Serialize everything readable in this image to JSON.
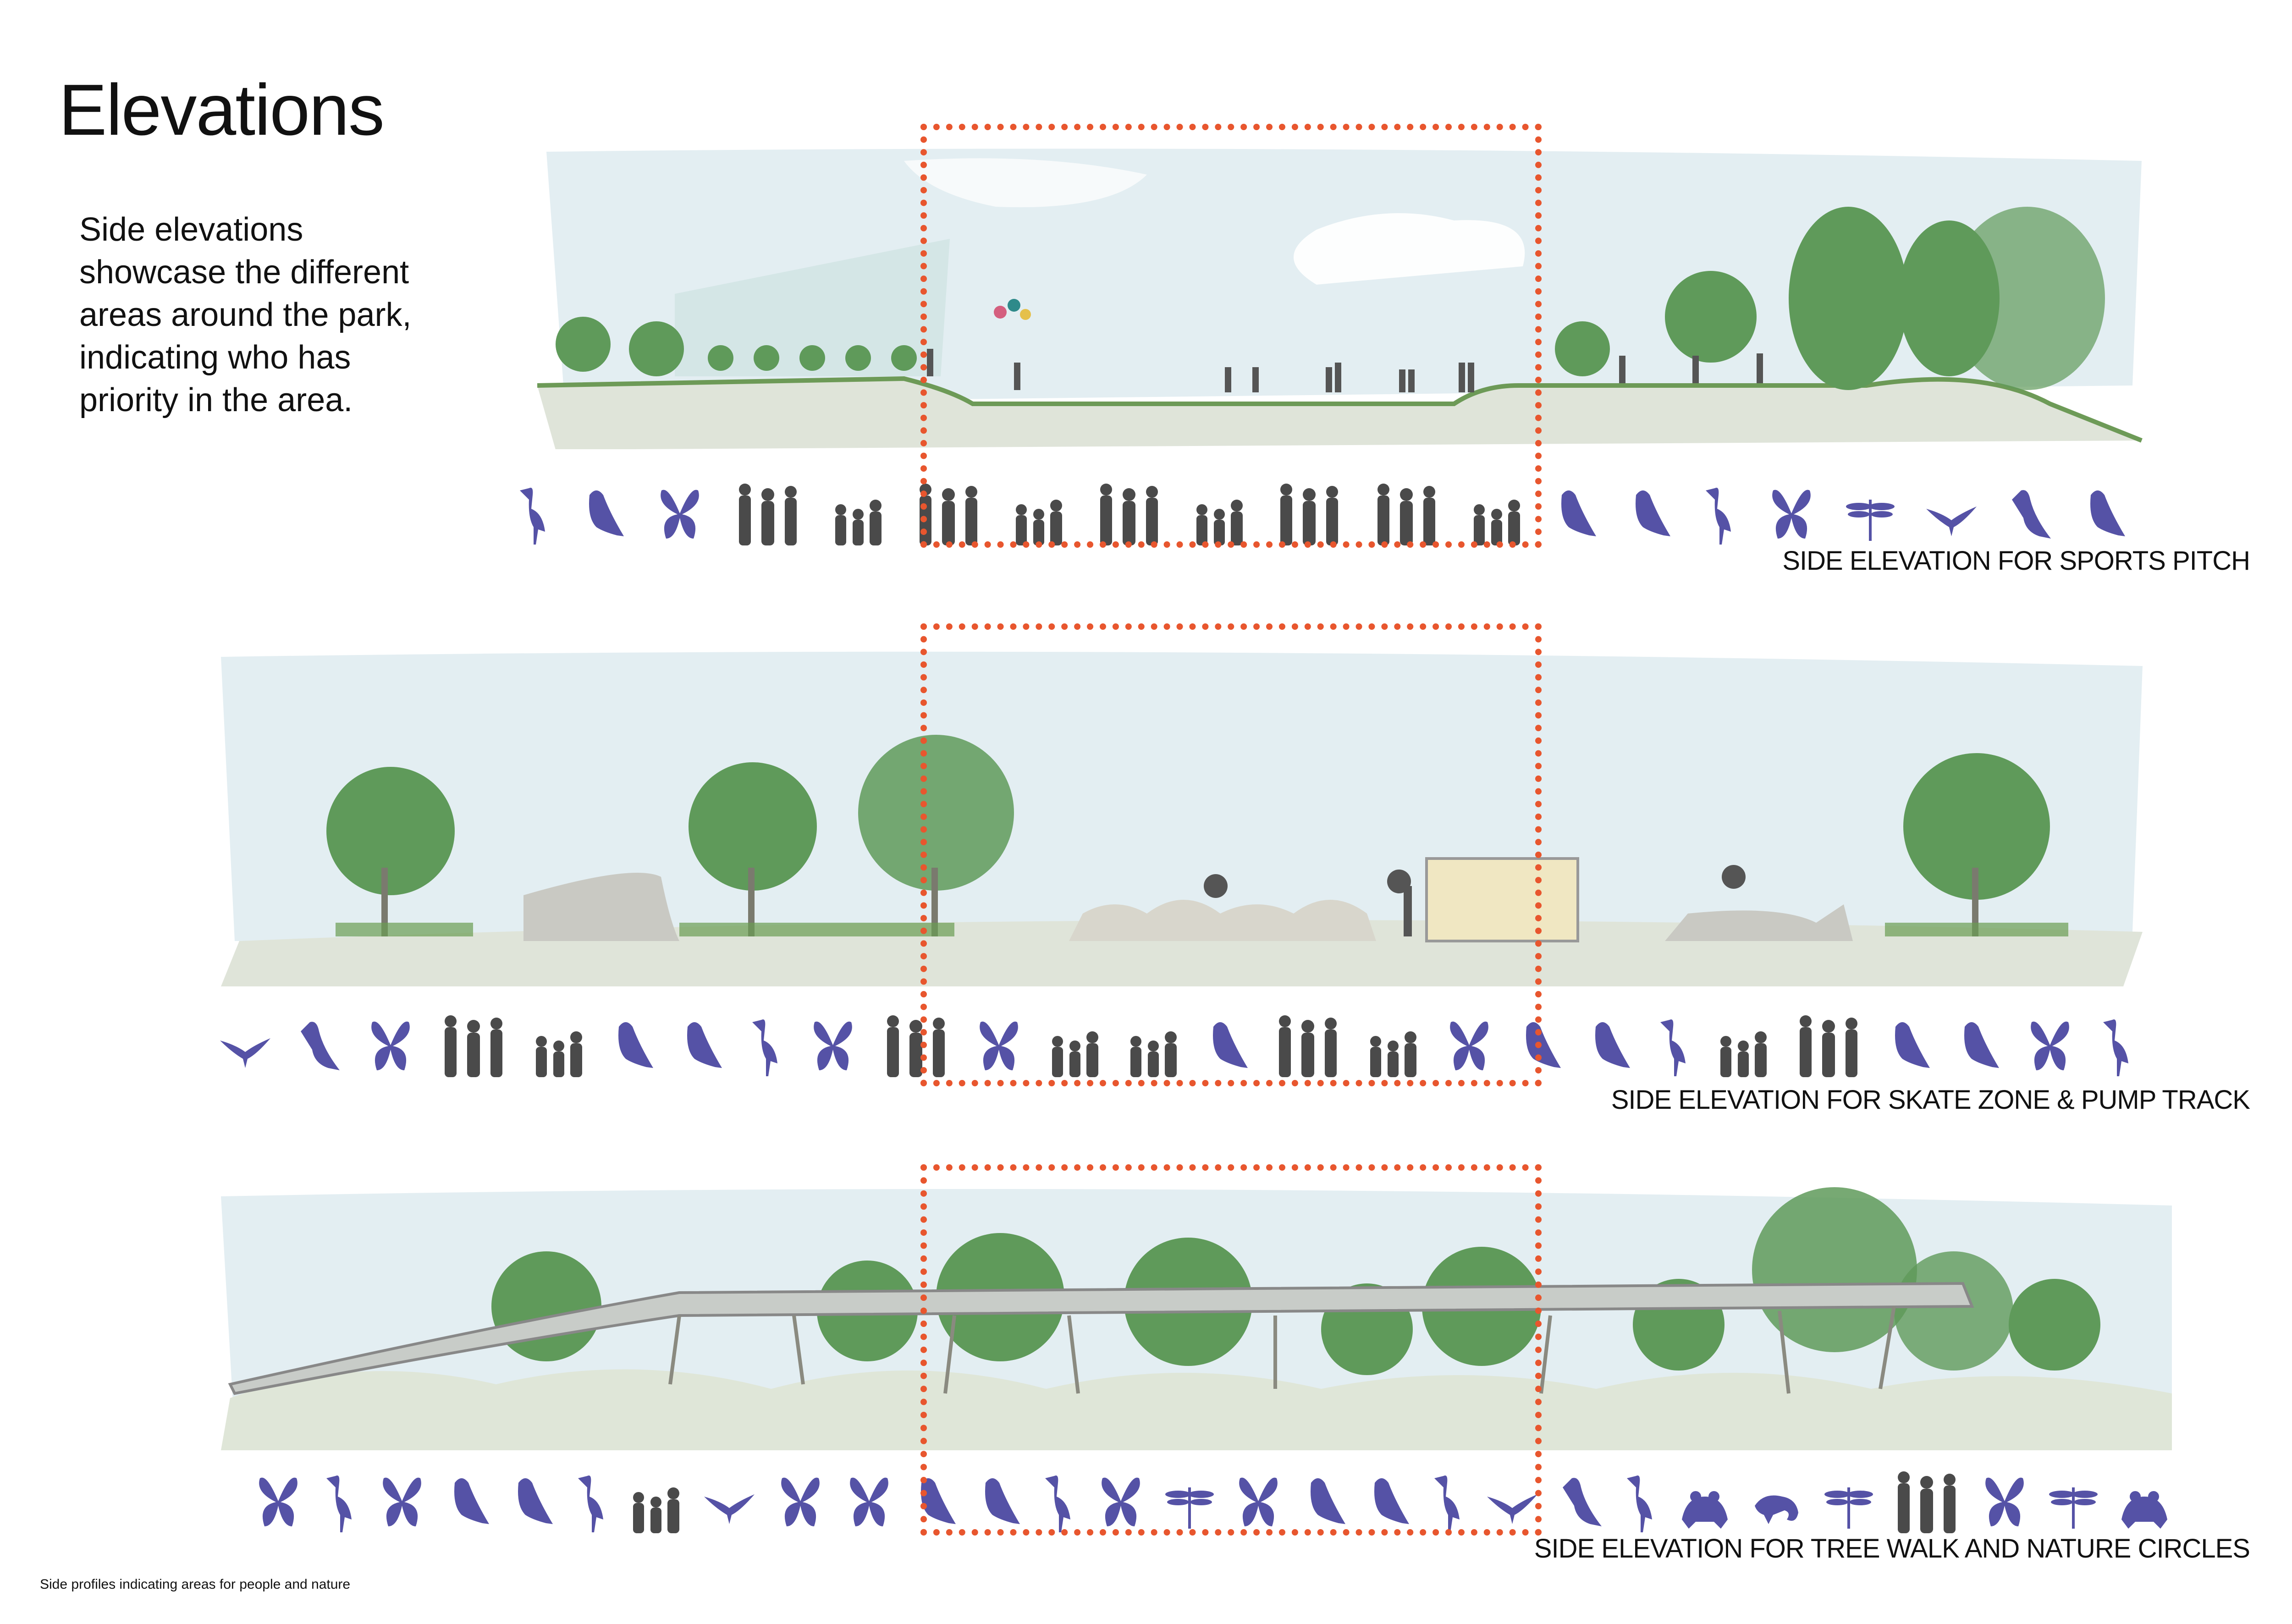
{
  "title": "Elevations",
  "intro": [
    "Side elevations",
    "showcase the different",
    "areas around the park,",
    "indicating who has",
    "priority in the area."
  ],
  "footer": "Side profiles indicating areas for people and nature",
  "colors": {
    "nature": "#5552a6",
    "people": "#4a4a4a",
    "focus": "#e8562e",
    "sky": "#e3eef2",
    "ground": "#dfe4d9",
    "tree": "#5f9a5a"
  },
  "elevations": [
    {
      "label": "SIDE ELEVATION FOR SPORTS PITCH",
      "icons": [
        "heron",
        "bird",
        "butterfly",
        "adults",
        "kids",
        "adults",
        "kids",
        "adults",
        "kids",
        "adults",
        "adults",
        "kids",
        "bird",
        "bird",
        "heron",
        "butterfly",
        "dragonfly",
        "swallow",
        "crow",
        "bird"
      ]
    },
    {
      "label": "SIDE ELEVATION FOR SKATE ZONE & PUMP TRACK",
      "icons": [
        "swallow",
        "crow",
        "butterfly",
        "adults",
        "kids",
        "bird",
        "bird",
        "heron",
        "butterfly",
        "adults",
        "butterfly",
        "kids",
        "kids",
        "bird",
        "adults",
        "kids",
        "butterfly",
        "bird",
        "bird",
        "heron",
        "kids",
        "adults",
        "bird",
        "bird",
        "butterfly",
        "heron"
      ]
    },
    {
      "label": "SIDE ELEVATION FOR TREE WALK AND NATURE CIRCLES",
      "icons": [
        "butterfly",
        "heron",
        "butterfly",
        "bird",
        "bird",
        "heron",
        "kids",
        "swallow",
        "butterfly",
        "butterfly",
        "bird",
        "bird",
        "heron",
        "butterfly",
        "dragonfly",
        "butterfly",
        "bird",
        "bird",
        "heron",
        "swallow",
        "crow",
        "heron",
        "frog",
        "chameleon",
        "dragonfly",
        "adults",
        "butterfly",
        "dragonfly",
        "frog"
      ]
    }
  ]
}
